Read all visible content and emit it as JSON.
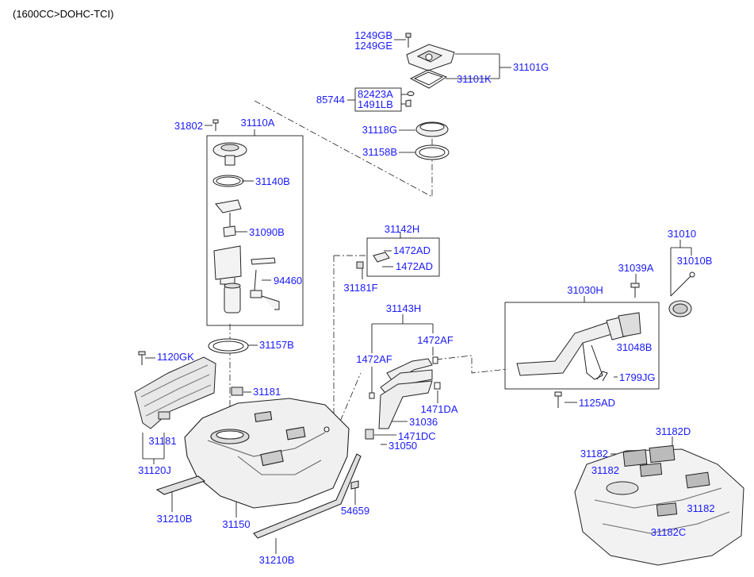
{
  "header": "(1600CC>DOHC-TCI)",
  "colors": {
    "label": "#1a1aff",
    "line": "#000000",
    "part": "#333333"
  },
  "labels": {
    "p1249GB": "1249GB",
    "p1249GE": "1249GE",
    "p31101G": "31101G",
    "p31101K": "31101K",
    "p85744": "85744",
    "p82423A": "82423A",
    "p1491LB": "1491LB",
    "p31118G": "31118G",
    "p31158B": "31158B",
    "p31802": "31802",
    "p31110A": "31110A",
    "p31140B": "31140B",
    "p31090B": "31090B",
    "p94460": "94460",
    "p31157B": "31157B",
    "p1120GK": "1120GK",
    "p31181a": "31181",
    "p31181b": "31181",
    "p31120J": "31120J",
    "p31210Ba": "31210B",
    "p31150": "31150",
    "p31210Bb": "31210B",
    "p54659": "54659",
    "p31142H": "31142H",
    "p1472ADa": "1472AD",
    "p1472ADb": "1472AD",
    "p31181F": "31181F",
    "p31143H": "31143H",
    "p1472AFa": "1472AF",
    "p1472AFb": "1472AF",
    "p31036": "31036",
    "p1471DA": "1471DA",
    "p1471DC": "1471DC",
    "p31050": "31050",
    "p31030H": "31030H",
    "p31039A": "31039A",
    "p31010": "31010",
    "p31010B": "31010B",
    "p31048B": "31048B",
    "p1799JG": "1799JG",
    "p1125AD": "1125AD",
    "p31182D": "31182D",
    "p31182a": "31182",
    "p31182b": "31182",
    "p31182c": "31182",
    "p31182C": "31182C"
  }
}
